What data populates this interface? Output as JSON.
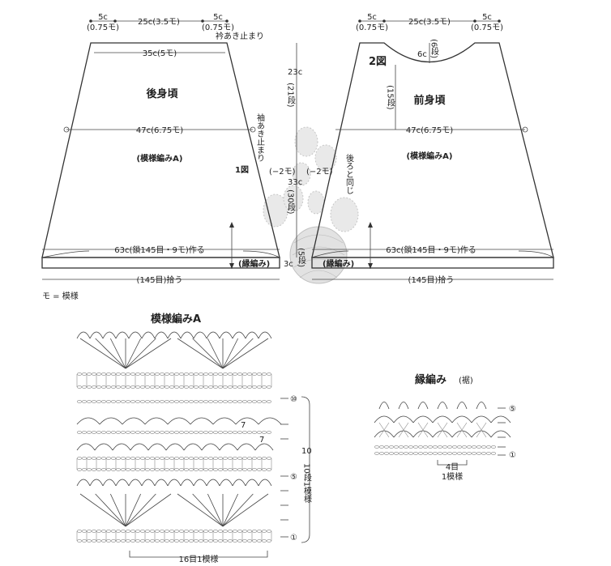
{
  "back": {
    "title": "後身頃",
    "pattern": "(模様編みA)",
    "fig": "1図",
    "top_left": [
      "5c",
      "(0.75モ)"
    ],
    "top_mid": "25c(3.5モ)",
    "top_right": [
      "5c",
      "(0.75モ)"
    ],
    "collar_mark": "衿あき止まり",
    "width_top": "35c(5モ)",
    "width_mid": "47c(6.75モ)",
    "width_bottom": "63c(鎖145目・9モ)作る",
    "border": "(縁編み)",
    "pickup": "(145目)拾う",
    "sleeve_mark": "袖あき止まり",
    "dec": "(−2モ)"
  },
  "center": {
    "h_upper": "23c",
    "h_upper_rows": "(21段)",
    "h_lower": "33c",
    "h_lower_rows": "(30段)",
    "h_border": "3c",
    "h_border_rows": "(5段)"
  },
  "front": {
    "title": "前身頃",
    "pattern": "(模様編みA)",
    "fig": "2図",
    "top_left": [
      "5c",
      "(0.75モ)"
    ],
    "top_mid": "25c(3.5モ)",
    "top_right": [
      "5c",
      "(0.75モ)"
    ],
    "neck_depth": "6c",
    "neck_rows": "(6段)",
    "rows15": "(15段)",
    "same_as_back": "後ろと同じ",
    "dec": "(−2モ)",
    "width_mid": "47c(6.75モ)",
    "width_bottom": "63c(鎖145目・9モ)作る",
    "border": "(縁編み)",
    "pickup": "(145目)拾う"
  },
  "legend": "モ = 模様",
  "chartA": {
    "title": "模様編みA",
    "row_marks": [
      "⑩",
      "7",
      "7",
      "⑤",
      "①"
    ],
    "repeat_rows": "10段1模様",
    "repeat_sts": "16目1模様"
  },
  "border_chart": {
    "title": "縁編み",
    "subtitle": "(裾)",
    "row_marks": [
      "⑤",
      "①"
    ],
    "repeat_sts": "4目",
    "repeat_label": "1模様"
  },
  "icons": [
    "cactus-watermark-icon",
    "yarn-ball-icon"
  ]
}
